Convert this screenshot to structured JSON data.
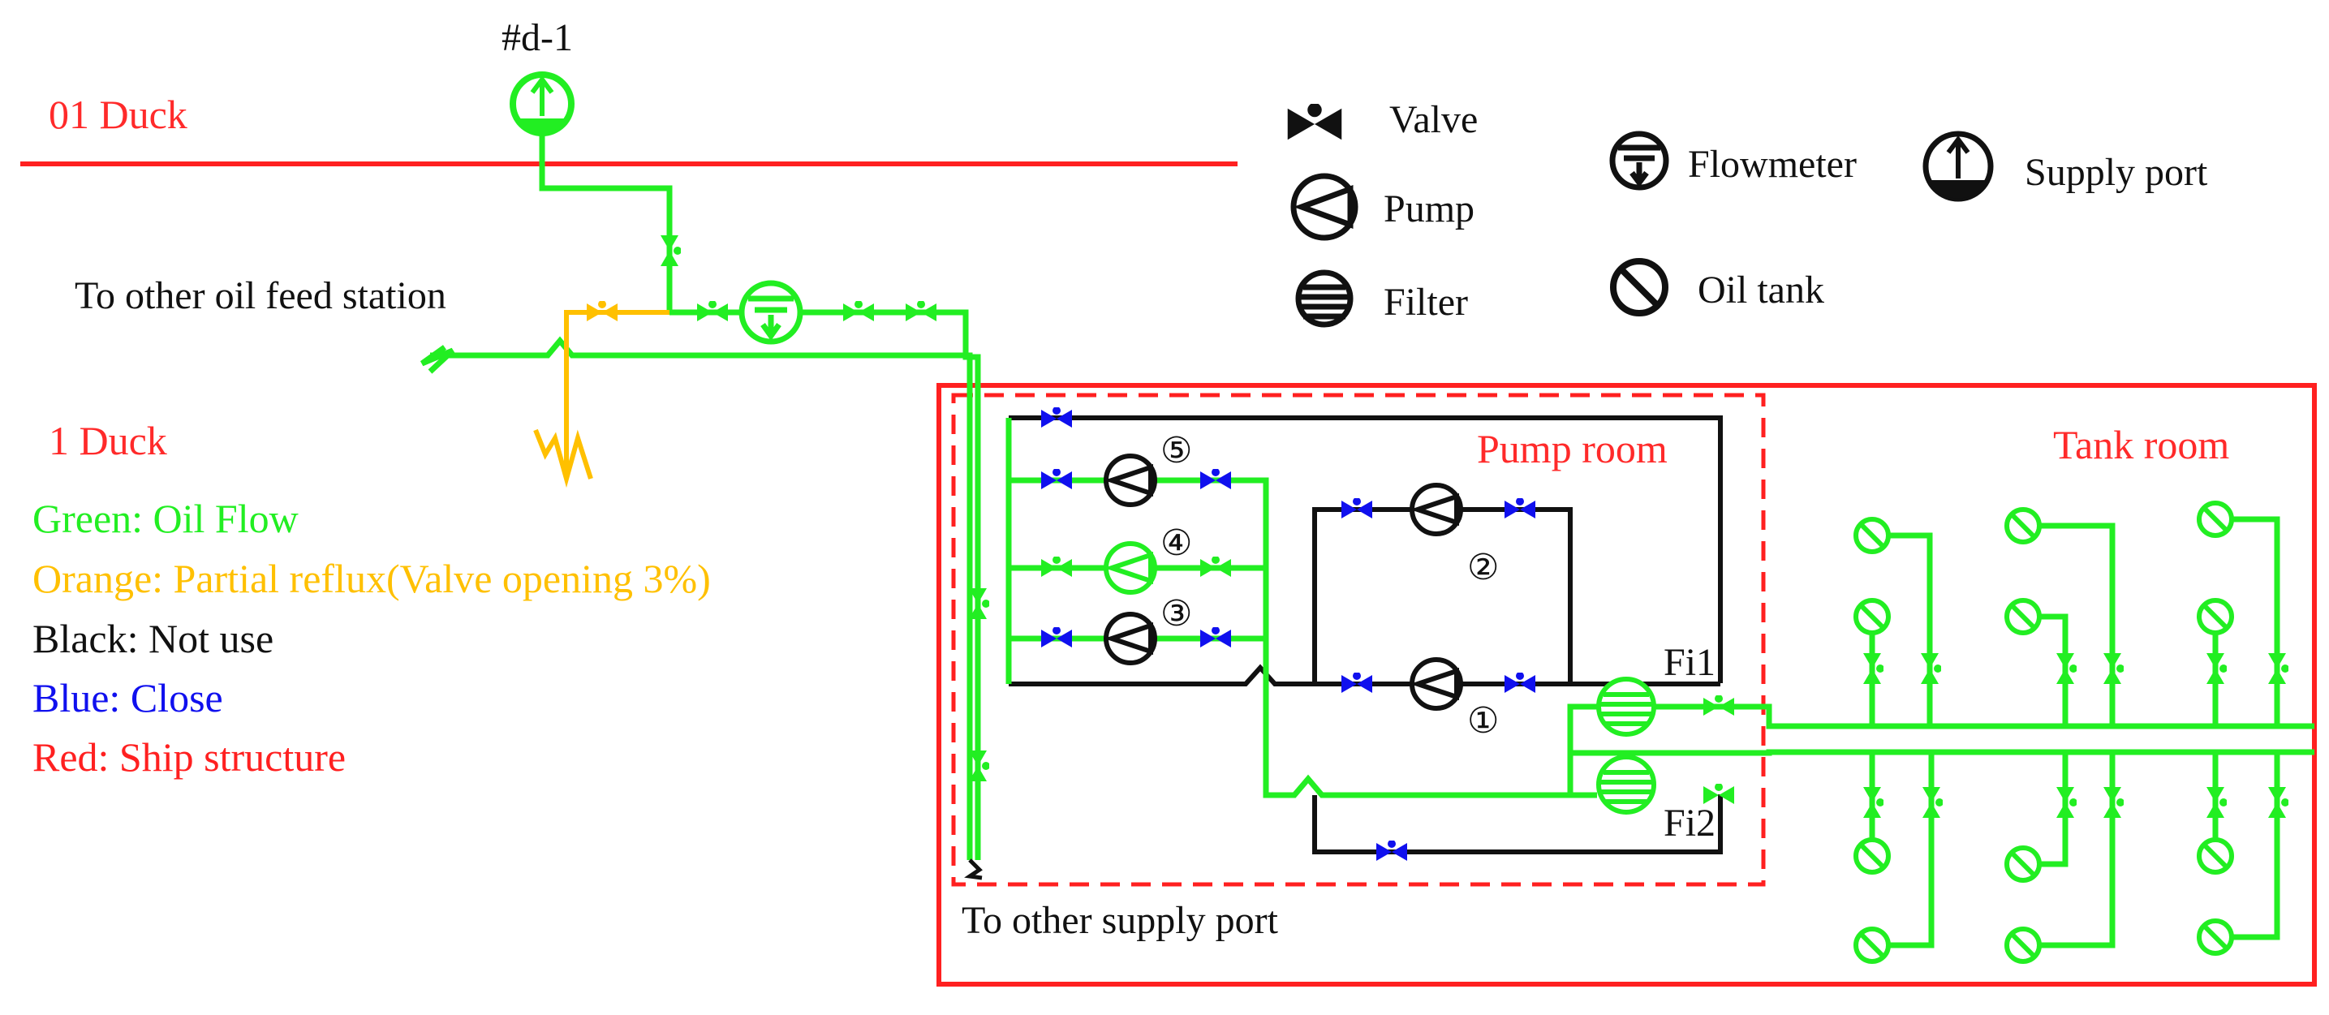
{
  "decks": {
    "upper": "01 Duck",
    "lower": "1 Duck"
  },
  "supply_port_tag": "#d-1",
  "labels": {
    "to_feed_station": "To other oil feed station",
    "to_supply_port": "To other supply port",
    "pump_room": "Pump room",
    "tank_room": "Tank room",
    "filter_1": "Fi1",
    "filter_2": "Fi2"
  },
  "pump_numbers": [
    "①",
    "②",
    "③",
    "④",
    "⑤"
  ],
  "symbol_legend": {
    "valve": "Valve",
    "pump": "Pump",
    "filter": "Filter",
    "flowmeter": "Flowmeter",
    "supply_port": "Supply port",
    "oil_tank": "Oil tank"
  },
  "color_legend": [
    {
      "text": "Green: Oil Flow",
      "color": "#22ee22"
    },
    {
      "text": "Orange: Partial reflux(Valve opening 3%)",
      "color": "#ffc000"
    },
    {
      "text": "Black: Not use",
      "color": "#111111"
    },
    {
      "text": "Blue: Close",
      "color": "#1010ee"
    },
    {
      "text": "Red: Ship structure",
      "color": "#ff2020"
    }
  ],
  "colors": {
    "oil_flow": "#22ee22",
    "partial_reflux": "#ffc000",
    "not_use": "#111111",
    "closed": "#1010ee",
    "ship_structure": "#ff2020"
  }
}
